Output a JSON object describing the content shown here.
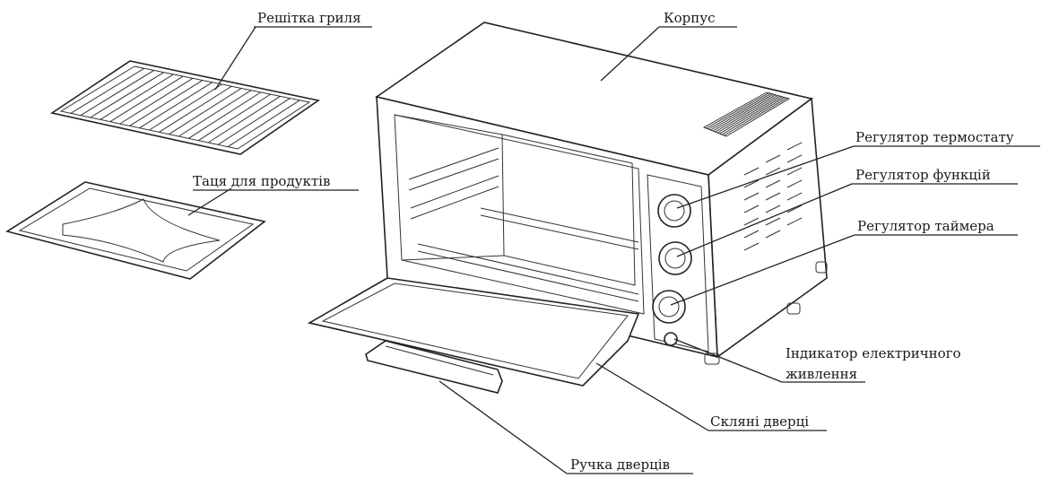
{
  "labels": {
    "grill_rack": "Решітка гриля",
    "food_tray": "Таця для продуктів",
    "housing": "Корпус",
    "thermostat_knob": "Регулятор термостату",
    "function_knob": "Регулятор функцій",
    "timer_knob": "Регулятор таймера",
    "power_indicator_line1": "Індикатор електричного",
    "power_indicator_line2": "живлення",
    "glass_door": "Скляні дверці",
    "door_handle": "Ручка дверців"
  }
}
